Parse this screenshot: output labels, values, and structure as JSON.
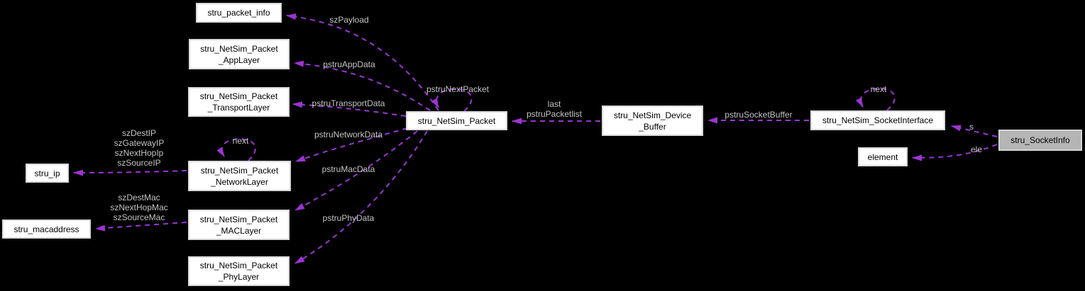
{
  "diagram": {
    "type": "collaboration-graph",
    "colors": {
      "background": "#000000",
      "edge": "#9c34d4",
      "edge_label_text": "#c4c4c4",
      "node_fill": "#ffffff",
      "node_border": "#d9d9d9",
      "node_text": "#000000",
      "main_node_fill": "#b5b5b5"
    },
    "nodes": {
      "packet_info": {
        "label": "stru_packet_info"
      },
      "app_layer": {
        "label": "stru_NetSim_Packet\n_AppLayer"
      },
      "transport_layer": {
        "label": "stru_NetSim_Packet\n_TransportLayer"
      },
      "network_layer": {
        "label": "stru_NetSim_Packet\n_NetworkLayer"
      },
      "mac_layer": {
        "label": "stru_NetSim_Packet\n_MACLayer"
      },
      "phy_layer": {
        "label": "stru_NetSim_Packet\n_PhyLayer"
      },
      "ip": {
        "label": "stru_ip"
      },
      "macaddress": {
        "label": "stru_macaddress"
      },
      "packet": {
        "label": "stru_NetSim_Packet"
      },
      "device_buffer": {
        "label": "stru_NetSim_Device\n_Buffer"
      },
      "socket_interface": {
        "label": "stru_NetSim_SocketInterface"
      },
      "element": {
        "label": "element"
      },
      "socket_info": {
        "label": "stru_SocketInfo"
      }
    },
    "edge_labels": {
      "szPayload": "szPayload",
      "pstruAppData": "pstruAppData",
      "pstruTransportData": "pstruTransportData",
      "pstruNextPacket": "pstruNextPacket",
      "pstruNetworkData": "pstruNetworkData",
      "next_network": "next",
      "pstruMacData": "pstruMacData",
      "pstruPhyData": "pstruPhyData",
      "ip_fields": "szDestIP\nszGatewayIP\nszNextHopIp\nszSourceIP",
      "mac_fields": "szDestMac\nszNextHopMac\nszSourceMac",
      "last_packetlist": "last\npstruPacketlist",
      "pstruSocketBuffer": "pstruSocketBuffer",
      "next_socket": "next",
      "s": "s",
      "ele": "ele"
    }
  }
}
